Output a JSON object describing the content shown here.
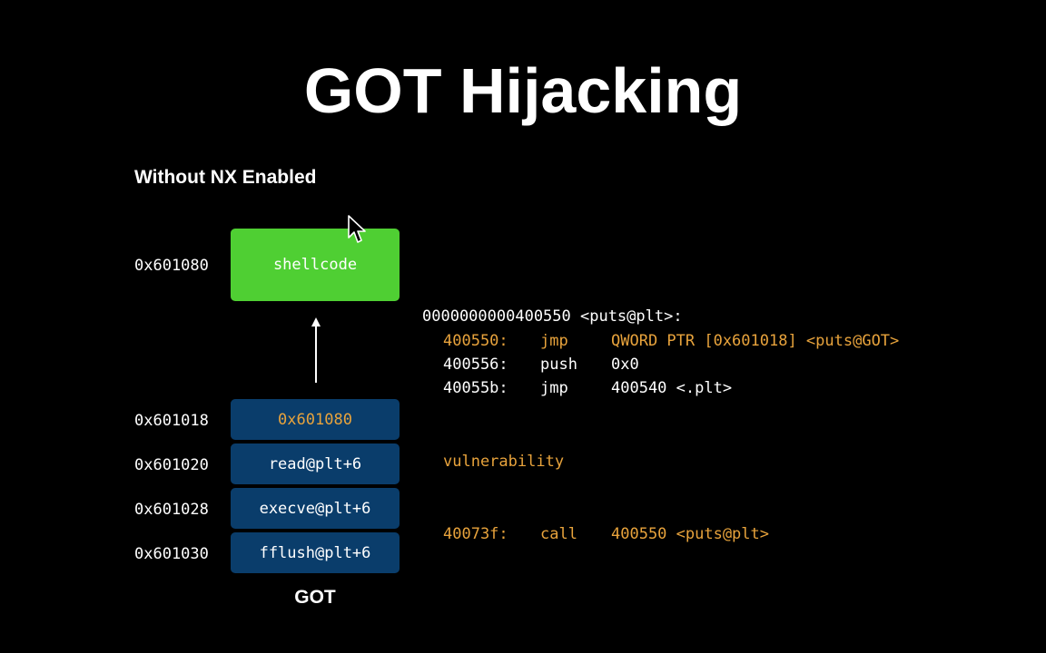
{
  "title": "GOT Hijacking",
  "subtitle": "Without NX Enabled",
  "memory": {
    "shellcode": {
      "address": "0x601080",
      "label": "shellcode"
    },
    "got_entries": [
      {
        "address": "0x601018",
        "value": "0x601080"
      },
      {
        "address": "0x601020",
        "value": "read@plt+6"
      },
      {
        "address": "0x601028",
        "value": "execve@plt+6"
      },
      {
        "address": "0x601030",
        "value": "fflush@plt+6"
      }
    ],
    "got_label": "GOT"
  },
  "disassembly": {
    "header": "0000000000400550 <puts@plt>:",
    "lines": [
      {
        "addr": "400550:",
        "op": "jmp",
        "args": "QWORD PTR [0x601018] <puts@GOT>"
      },
      {
        "addr": "400556:",
        "op": "push",
        "args": "0x0"
      },
      {
        "addr": "40055b:",
        "op": "jmp",
        "args": "400540 <.plt>"
      }
    ],
    "vulnerability": "vulnerability",
    "call": {
      "addr": "40073f:",
      "op": "call",
      "args": "400550 <puts@plt>"
    }
  },
  "colors": {
    "background": "#000000",
    "shellcode_green": "#4fcf33",
    "got_blue": "#0a3d6b",
    "highlight_orange": "#e8a33c"
  }
}
